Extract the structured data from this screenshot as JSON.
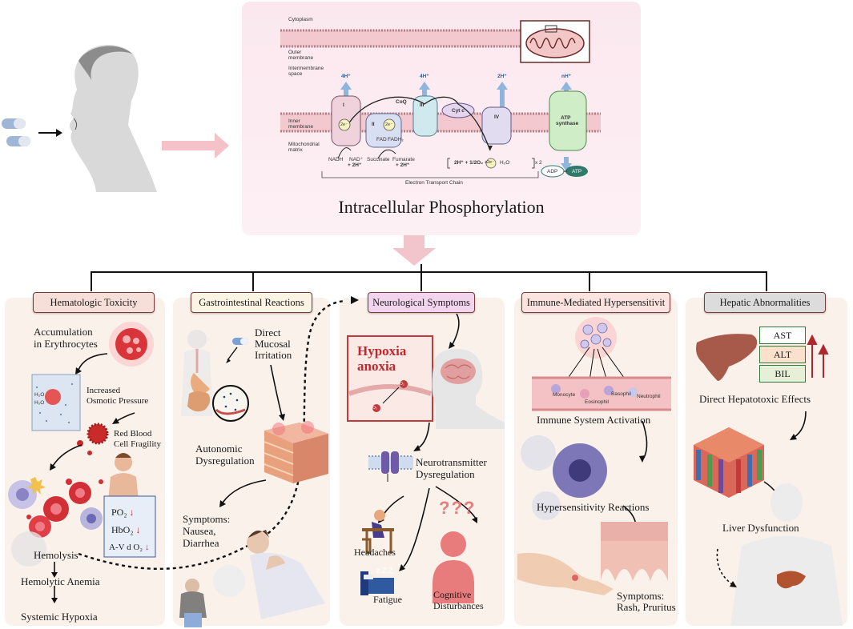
{
  "etc": {
    "title": "Intracellular Phosphorylation",
    "cytoplasm": "Cytoplasm",
    "outer_membrane_1": "Outer",
    "outer_membrane_2": "membrane",
    "intermembrane_1": "Intermembrane",
    "intermembrane_2": "space",
    "inner_membrane_1": "Inner",
    "inner_membrane_2": "membrane",
    "matrix_1": "Mitochondrial",
    "matrix_2": "matrix",
    "complex_I": "I",
    "complex_II": "II",
    "complex_III": "III",
    "complex_IV": "IV",
    "coq": "CoQ",
    "cytc": "Cyt c",
    "electron": "2e⁻",
    "proton_I": "4H⁺",
    "proton_III": "4H⁺",
    "proton_IV": "2H⁺",
    "proton_atp": "nH⁺",
    "atp_synthase_1": "ATP",
    "atp_synthase_2": "synthase",
    "fad": "FAD",
    "fadh2": "FADH₂",
    "nadh": "NADH",
    "nad_1": "NAD⁺",
    "nad_2": "+ 2H⁺",
    "succinate": "Succinate",
    "fumarate_1": "Fumarate",
    "fumarate_2": "+ 2H⁺",
    "water_eq_a": "2H⁺ + 1/2O₂ +",
    "water_eq_b": "2e⁻",
    "water_eq_c": "H₂O",
    "water_eq_d": "x 2",
    "adp": "ADP",
    "atp": "ATP",
    "chain_label": "Electron Transport Chain"
  },
  "categories": [
    {
      "label": "Hematologic Toxicity",
      "color": "#f6dfd9"
    },
    {
      "label": "Gastrointestinal Reactions",
      "color": "#fbf3e3"
    },
    {
      "label": "Neurological Symptoms",
      "color": "#f3d4ee"
    },
    {
      "label": "Immune-Mediated Hypersensitivit",
      "color": "#fbe3e0"
    },
    {
      "label": "Hepatic Abnormalities",
      "color": "#dcdcdc"
    }
  ],
  "hematologic": {
    "accumulation_1": "Accumulation",
    "accumulation_2": "in Erythrocytes",
    "osmotic_1": "Increased",
    "osmotic_2": "Osmotic Pressure",
    "fragility_1": "Red Blood",
    "fragility_2": "Cell Fragility",
    "po2": "PO₂",
    "hbo2": "HbO₂",
    "avdo2": "A-V d O₂",
    "down_arrow": "↓",
    "h2o": "H₂O",
    "hemolysis": "Hemolysis",
    "anemia": "Hemolytic Anemia",
    "hypoxia": "Systemic Hypoxia"
  },
  "gi": {
    "irritation_1": "Direct",
    "irritation_2": "Mucosal",
    "irritation_3": "Irritation",
    "autonomic_1": "Autonomic",
    "autonomic_2": "Dysregulation",
    "symptoms_1": "Symptoms:",
    "symptoms_2": "Nausea,",
    "symptoms_3": "Diarrhea"
  },
  "neuro": {
    "hypoxia_1": "Hypoxia",
    "hypoxia_2": "anoxia",
    "o2": "O₂",
    "neuro_1": "Neurotransmitter",
    "neuro_2": "Dysregulation",
    "headaches": "Headaches",
    "fatigue": "Fatigue",
    "cognitive_1": "Cognitive",
    "cognitive_2": "Disturbances",
    "zzz": "z Z Z"
  },
  "immune": {
    "monocyte": "Monocyte",
    "eosinophil": "Eosinophil",
    "basophil": "Basophil",
    "neutrophil": "Neutrophil",
    "activation": "Immune System Activation",
    "hypersensitivity": "Hypersensitivity Reactions",
    "symptoms_1": "Symptoms:",
    "symptoms_2": "Rash, Pruritus"
  },
  "hepatic": {
    "ast": "AST",
    "alt": "ALT",
    "bil": "BIL",
    "direct": "Direct Hepatotoxic Effects",
    "dysfunction": "Liver Dysfunction"
  }
}
